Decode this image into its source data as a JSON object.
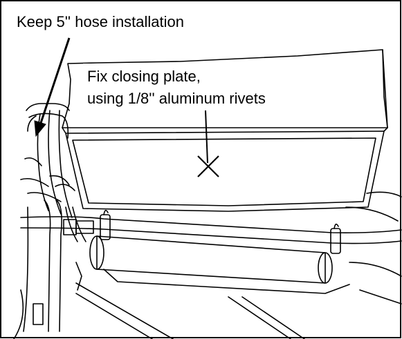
{
  "figure": {
    "callouts": [
      {
        "text": "Keep 5'' hose installation"
      },
      {
        "lines": [
          "Fix closing plate,",
          "using 1/8'' aluminum rivets"
        ]
      }
    ],
    "colors": {
      "ink": "#000000",
      "background": "#ffffff"
    },
    "marker": "x-mark"
  }
}
